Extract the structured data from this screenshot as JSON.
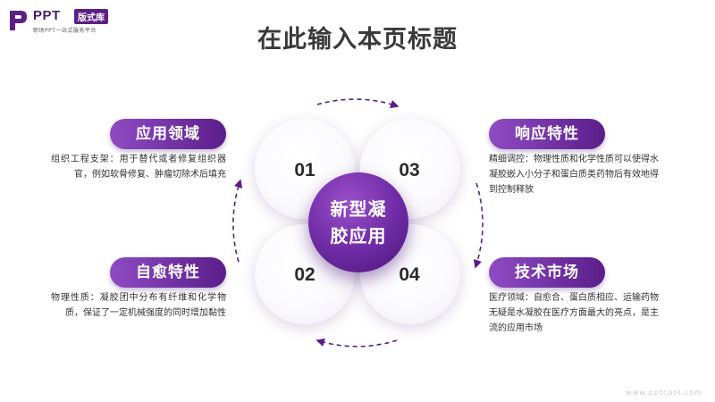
{
  "logo": {
    "brand": "PPT",
    "tag": "版式库",
    "slogan": "职场PPT一站式服务平台"
  },
  "title": "在此输入本页标题",
  "center": {
    "line1": "新型凝",
    "line2": "胶应用"
  },
  "petals": [
    "01",
    "02",
    "03",
    "04"
  ],
  "sections": [
    {
      "heading": "应用领域",
      "text": "组织工程支架：用于替代或者修复组织器官，例如软骨修复、肿瘤切除术后填充"
    },
    {
      "heading": "自愈特性",
      "text": "物理性质：凝胶团中分布有纤维和化学物质，保证了一定机械强度的同时增加黏性"
    },
    {
      "heading": "响应特性",
      "text": "精细调控：物理性质和化学性质可以使得水凝胶嵌入小分子和蛋白质类药物后有效地得到控制释放"
    },
    {
      "heading": "技术市场",
      "text": "医疗领域：自愈合、蛋白质相应、运输药物无疑是水凝胶在医疗方面最大的亮点，是主流的应用市场"
    }
  ],
  "watermark": "www.pptcool.com",
  "colors": {
    "accent_dark": "#5a1e8a",
    "accent_light": "#8f4bc3",
    "title_text": "#3a3a3a"
  },
  "icons": [
    "ppt-logo-icon",
    "dashed-arc-arrow-icon"
  ]
}
